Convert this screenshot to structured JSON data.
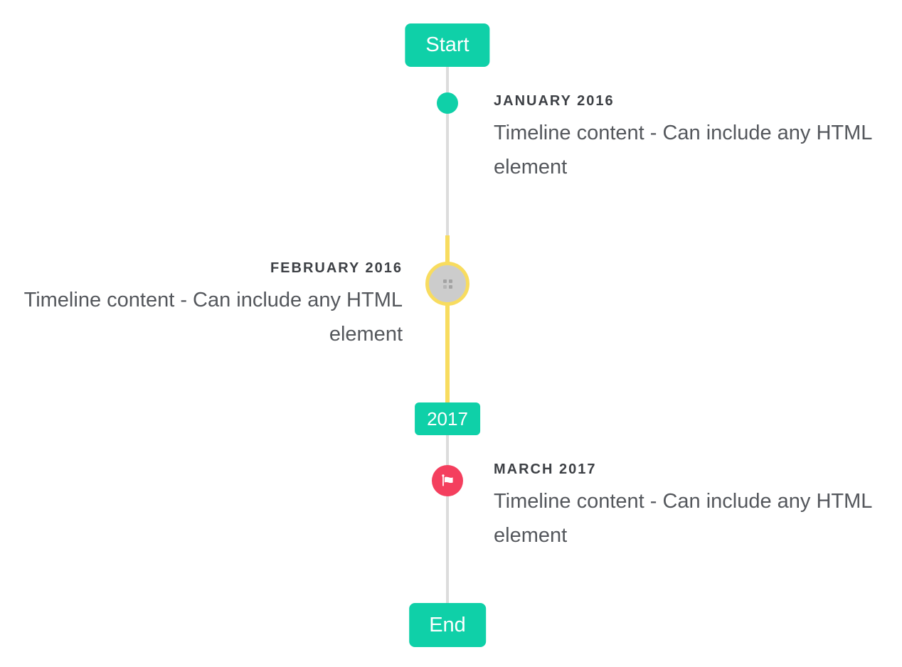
{
  "colors": {
    "accent_teal": "#0fd0a8",
    "line_gray": "#dcdcdc",
    "highlight_yellow": "#f8dc5f",
    "flag_red": "#f43f5e",
    "image_circle_gray": "#cccccc",
    "title_text": "#3d4045",
    "body_text": "#54575c"
  },
  "timeline": {
    "start_label": "Start",
    "year_divider_label": "2017",
    "end_label": "End",
    "entries": [
      {
        "title": "JANUARY 2016",
        "content": "Timeline content - Can include any HTML element",
        "side": "right",
        "marker": "teal-dot"
      },
      {
        "title": "FEBRUARY 2016",
        "content": "Timeline content - Can include any HTML element",
        "side": "left",
        "marker": "image-circle-with-yellow-ring-broken-image-placeholder"
      },
      {
        "title": "MARCH 2017",
        "content": "Timeline content - Can include any HTML element",
        "side": "right",
        "marker": "red-flag-circle"
      }
    ]
  }
}
